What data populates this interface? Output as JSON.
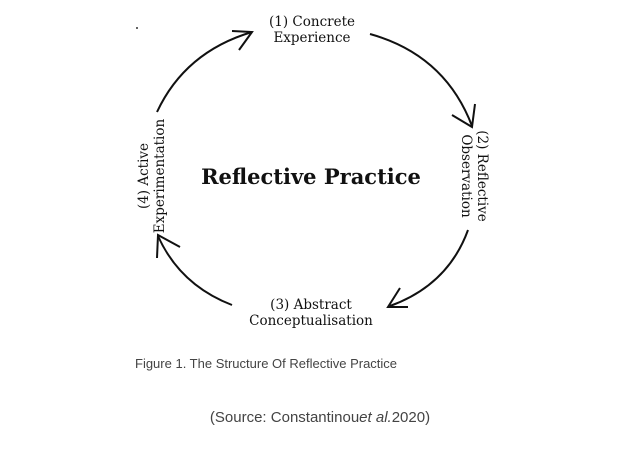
{
  "diagram": {
    "title": "Reflective Practice",
    "stages": [
      {
        "line1": "(1) Concrete",
        "line2": "Experience"
      },
      {
        "line1": "(2) Reflective",
        "line2": "Observation"
      },
      {
        "line1": "(3) Abstract",
        "line2": "Conceptualisation"
      },
      {
        "line1": "(4) Active",
        "line2": "Experimentation"
      }
    ]
  },
  "caption": "Figure 1. The Structure Of Reflective Practice",
  "source": {
    "prefix": "(Source: Constantinou",
    "italic": "et al.",
    "suffix": "2020)"
  }
}
